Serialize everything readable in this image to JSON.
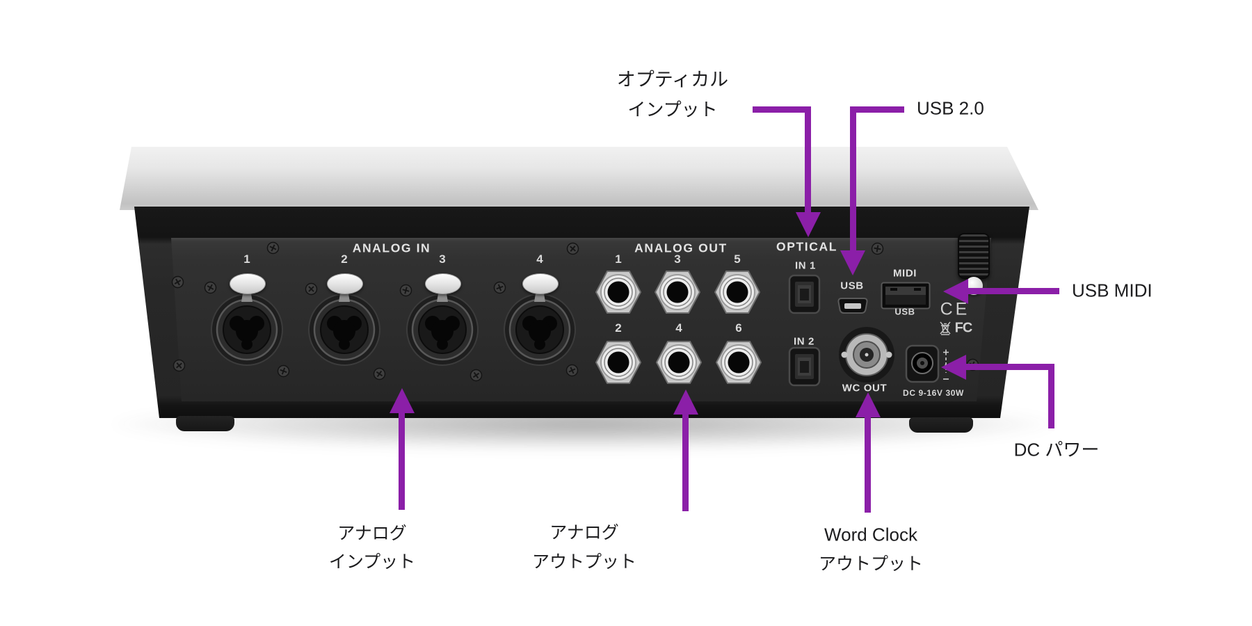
{
  "device_panel": {
    "analog_in": {
      "title": "ANALOG IN",
      "channels": [
        "1",
        "2",
        "3",
        "4"
      ]
    },
    "analog_out": {
      "title": "ANALOG OUT",
      "top_channels": [
        "1",
        "3",
        "5"
      ],
      "bottom_channels": [
        "2",
        "4",
        "6"
      ]
    },
    "optical": {
      "title": "OPTICAL",
      "in1": "IN 1",
      "in2": "IN 2"
    },
    "usb_mini_label": "USB",
    "midi": {
      "title": "MIDI",
      "sub": "USB"
    },
    "word_clock_label": "WC OUT",
    "dc_label": "DC 9-16V 30W",
    "certification": {
      "ce": "CE",
      "fcc": "FC"
    }
  },
  "callouts": {
    "optical_input": {
      "line1": "オプティカル",
      "line2": "インプット"
    },
    "usb2": {
      "label": "USB 2.0"
    },
    "usb_midi": {
      "label": "USB MIDI"
    },
    "dc_power": {
      "label": "DC パワー"
    },
    "analog_input": {
      "line1": "アナログ",
      "line2": "インプット"
    },
    "analog_output": {
      "line1": "アナログ",
      "line2": "アウトプット"
    },
    "word_clock_output": {
      "line1": "Word Clock",
      "line2": "アウトプット"
    }
  },
  "colors": {
    "arrow_purple": "#8B1FA8",
    "panel_text": "#e4e4e4",
    "callout_text": "#1c1c1e",
    "chassis_silver": "#d5d5d5",
    "chassis_black": "#232323"
  }
}
